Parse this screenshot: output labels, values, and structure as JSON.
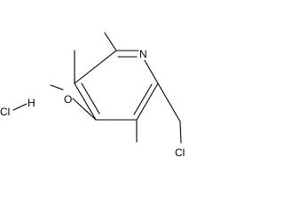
{
  "molecule": {
    "atoms": {
      "ring_nitrogen": "N",
      "chloromethyl_chlorine": "Cl",
      "methoxy_oxygen": "O",
      "hcl_chlorine": "Cl",
      "hcl_hydrogen": "H"
    }
  }
}
